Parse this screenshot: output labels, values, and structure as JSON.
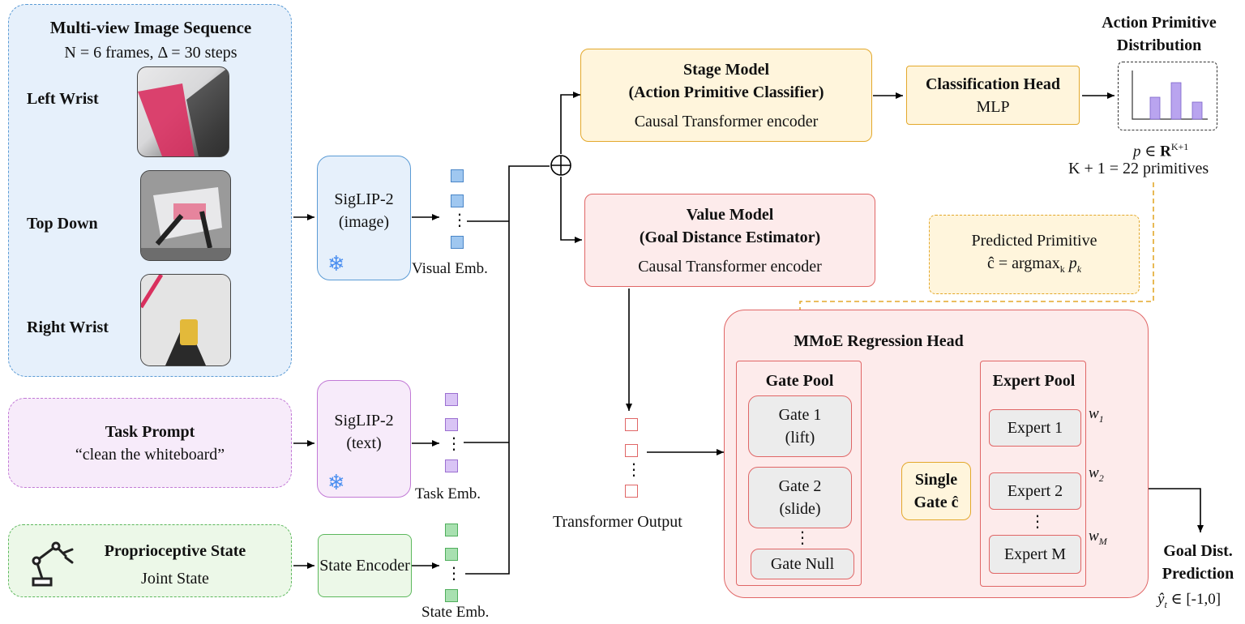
{
  "input_panel": {
    "title": "Multi-view Image Sequence",
    "subtitle": "N = 6 frames, Δ = 30 steps",
    "views": [
      "Left Wrist",
      "Top Down",
      "Right Wrist"
    ]
  },
  "task_prompt": {
    "title": "Task Prompt",
    "text": "“clean the whiteboard”"
  },
  "proprio": {
    "title": "Proprioceptive State",
    "subtitle": "Joint State"
  },
  "siglip_image": {
    "line1": "SigLIP-2",
    "line2": "(image)"
  },
  "siglip_text": {
    "line1": "SigLIP-2",
    "line2": "(text)"
  },
  "state_encoder": {
    "label": "State Encoder"
  },
  "embeddings": {
    "visual": "Visual Emb.",
    "task": "Task Emb.",
    "state": "State Emb."
  },
  "stage_model": {
    "line1": "Stage Model",
    "line2": "(Action Primitive Classifier)",
    "line3": "Causal Transformer encoder"
  },
  "value_model": {
    "line1": "Value Model",
    "line2": "(Goal Distance Estimator)",
    "line3": "Causal Transformer encoder"
  },
  "classification_head": {
    "line1": "Classification Head",
    "line2": "MLP"
  },
  "distribution": {
    "title_line1": "Action Primitive",
    "title_line2": "Distribution",
    "bars": [
      0.45,
      0.75,
      0.35
    ],
    "formula_p": "p",
    "formula_in": " ∈ ",
    "formula_R": "R",
    "formula_exp": "K+1",
    "count": "K + 1 = 22 primitives"
  },
  "predicted_primitive": {
    "line1": "Predicted Primitive",
    "line2_a": "ĉ = argmax",
    "line2_k": "k",
    "line2_p": "p",
    "line2_sub": "k"
  },
  "transformer_output": "Transformer Output",
  "mmoe": {
    "title": "MMoE Regression Head",
    "gate_pool": {
      "title": "Gate Pool",
      "gates": [
        {
          "line1": "Gate 1",
          "line2": "(lift)"
        },
        {
          "line1": "Gate 2",
          "line2": "(slide)"
        }
      ],
      "ellipsis": "⋮",
      "null_gate": "Gate Null"
    },
    "single_gate": {
      "line1": "Single",
      "line2": "Gate ĉ"
    },
    "expert_pool": {
      "title": "Expert Pool",
      "experts": [
        "Expert 1",
        "Expert 2",
        "Expert M"
      ],
      "ellipsis": "⋮"
    },
    "weights": [
      {
        "w": "w",
        "sub": "1"
      },
      {
        "w": "w",
        "sub": "2"
      },
      {
        "w": "w",
        "sub": "M"
      }
    ]
  },
  "output": {
    "line1": "Goal Dist.",
    "line2": "Prediction",
    "formula_y": "ŷ",
    "formula_sub": "t",
    "formula_rest": " ∈ [-1,0]"
  },
  "symbols": {
    "plus": "⊕",
    "ellipsis": "⋮",
    "snowflake": "❄"
  },
  "colors": {
    "input_blue_fill": "#e6f0fb",
    "input_blue_border": "#5b9bd5",
    "purple_fill": "#f7ebfa",
    "purple_border": "#c27ad6",
    "green_fill": "#ecf8e8",
    "green_border": "#5cb85c",
    "orange_fill": "#fff5dc",
    "orange_border": "#e3a82b",
    "red_fill": "#fdebeb",
    "red_border": "#e06666",
    "bar_purple": "#b9a4ef",
    "sq_blue": "#9fc7f0",
    "sq_purple": "#d9c4f5",
    "sq_green": "#a8e0b0"
  }
}
